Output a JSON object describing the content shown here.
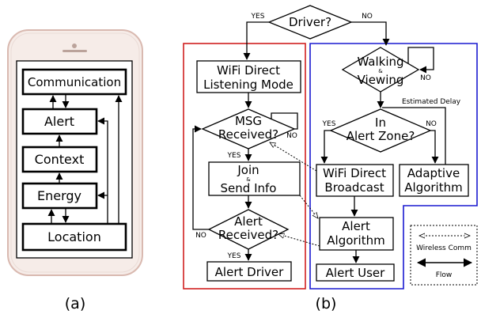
{
  "phone": {
    "boxes": {
      "communication": "Communication",
      "alert": "Alert",
      "context": "Context",
      "energy": "Energy",
      "location": "Location"
    },
    "caption": "(a)"
  },
  "flow": {
    "driver_q": "Driver?",
    "yes": "YES",
    "no": "NO",
    "wifi_listen_1": "WiFi Direct",
    "wifi_listen_2": "Listening Mode",
    "msg_1": "MSG",
    "msg_2": "Received?",
    "join_1": "Join",
    "join_amp": "&",
    "join_2": "Send Info",
    "alert_recv_1": "Alert",
    "alert_recv_2": "Received?",
    "alert_driver": "Alert Driver",
    "walking_1": "Walking",
    "walking_amp": "&",
    "walking_2": "Viewing",
    "est_delay": "Estimated Delay",
    "zone_1": "In",
    "zone_2": "Alert Zone?",
    "wifi_bc_1": "WiFi Direct",
    "wifi_bc_2": "Broadcast",
    "adaptive_1": "Adaptive",
    "adaptive_2": "Algorithm",
    "alg_1": "Alert",
    "alg_2": "Algorithm",
    "alert_user": "Alert User",
    "caption": "(b)"
  },
  "legend": {
    "wireless": "Wireless Comm",
    "flow": "Flow"
  },
  "colors": {
    "driver_region": "#d02020",
    "pedestrian_region": "#1a1ad0",
    "phone_body": "#f6ece8",
    "phone_edge": "#d9b9b0"
  }
}
